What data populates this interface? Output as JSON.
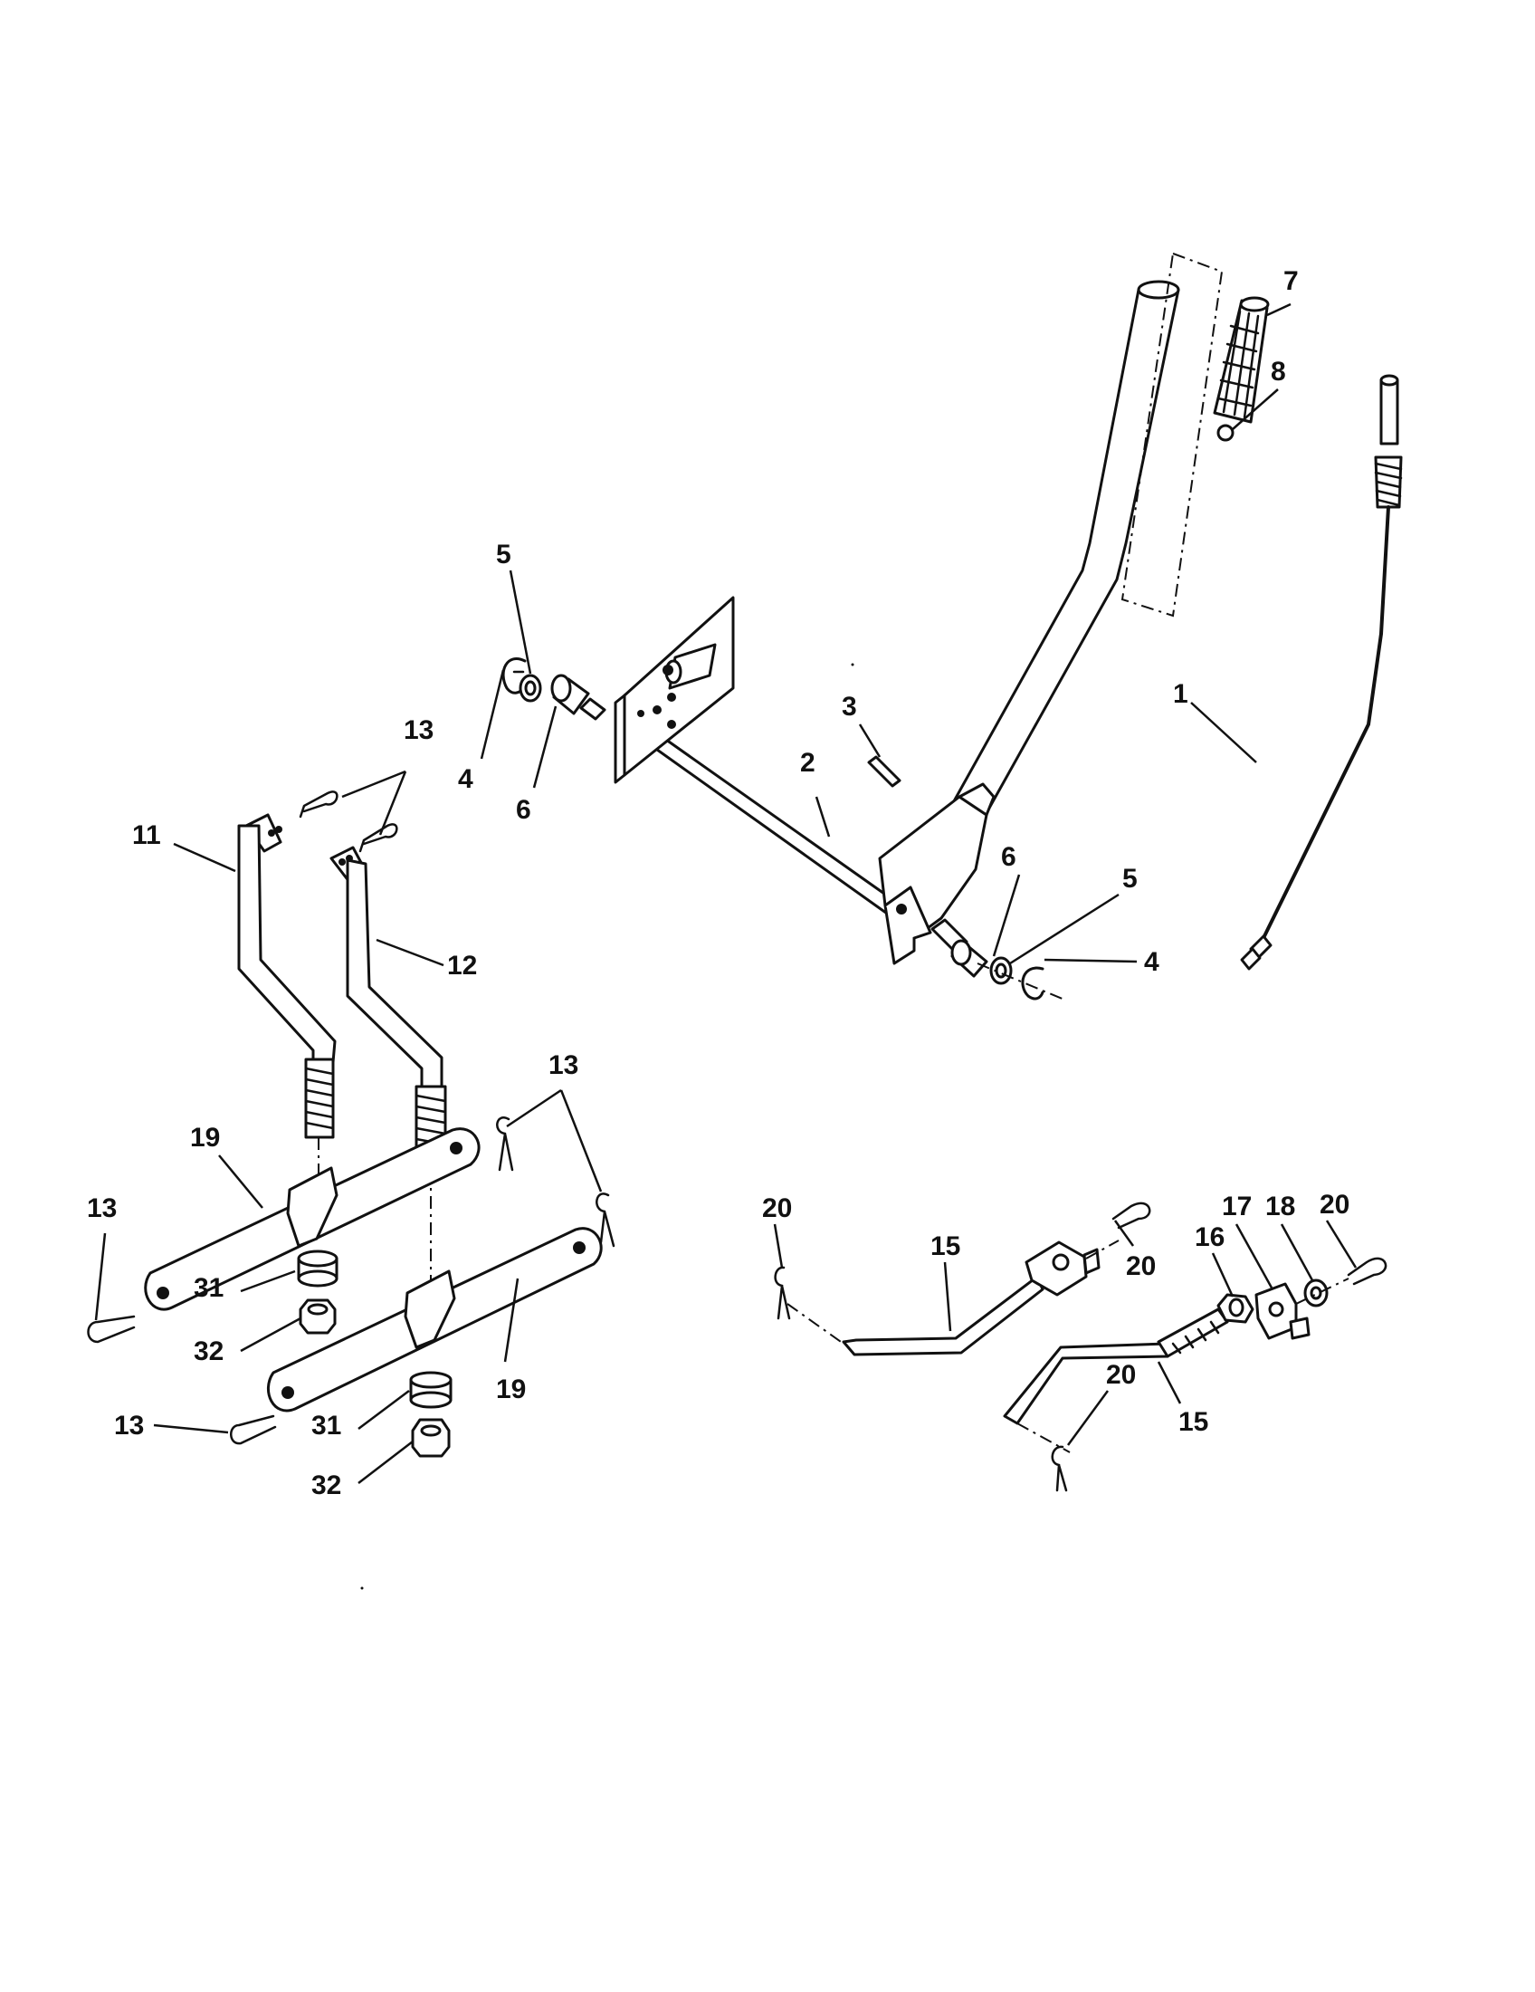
{
  "labels": {
    "p1": "1",
    "p2": "2",
    "p3": "3",
    "p4a": "4",
    "p4b": "4",
    "p5a": "5",
    "p5b": "5",
    "p6a": "6",
    "p6b": "6",
    "p7": "7",
    "p8": "8",
    "p11": "11",
    "p12": "12",
    "p13a": "13",
    "p13b": "13",
    "p13c": "13",
    "p13d": "13",
    "p15a": "15",
    "p15b": "15",
    "p16": "16",
    "p17": "17",
    "p18": "18",
    "p19a": "19",
    "p19b": "19",
    "p20a": "20",
    "p20b": "20",
    "p20c": "20",
    "p20d": "20",
    "p31a": "31",
    "p31b": "31",
    "p32a": "32",
    "p32b": "32"
  }
}
